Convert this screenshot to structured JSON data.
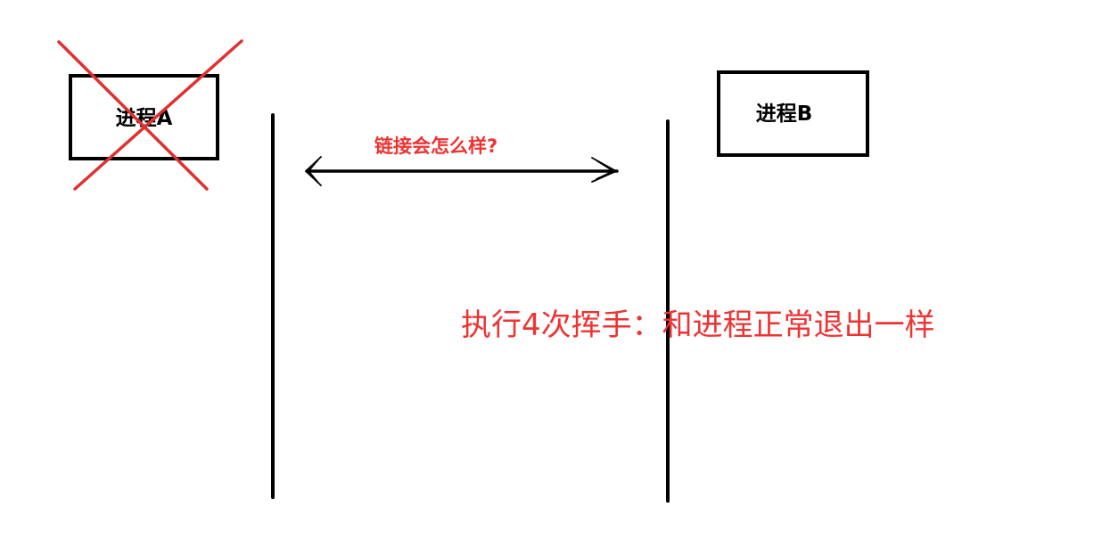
{
  "process_a": {
    "label": "进程A",
    "crossed_out": true
  },
  "process_b": {
    "label": "进程B"
  },
  "connection": {
    "question": "链接会怎么样?"
  },
  "conclusion": {
    "text": "执行4次挥手：和进程正常退出一样"
  },
  "colors": {
    "line": "#000000",
    "annotation": "#ee3333",
    "cross": "#e03030"
  }
}
